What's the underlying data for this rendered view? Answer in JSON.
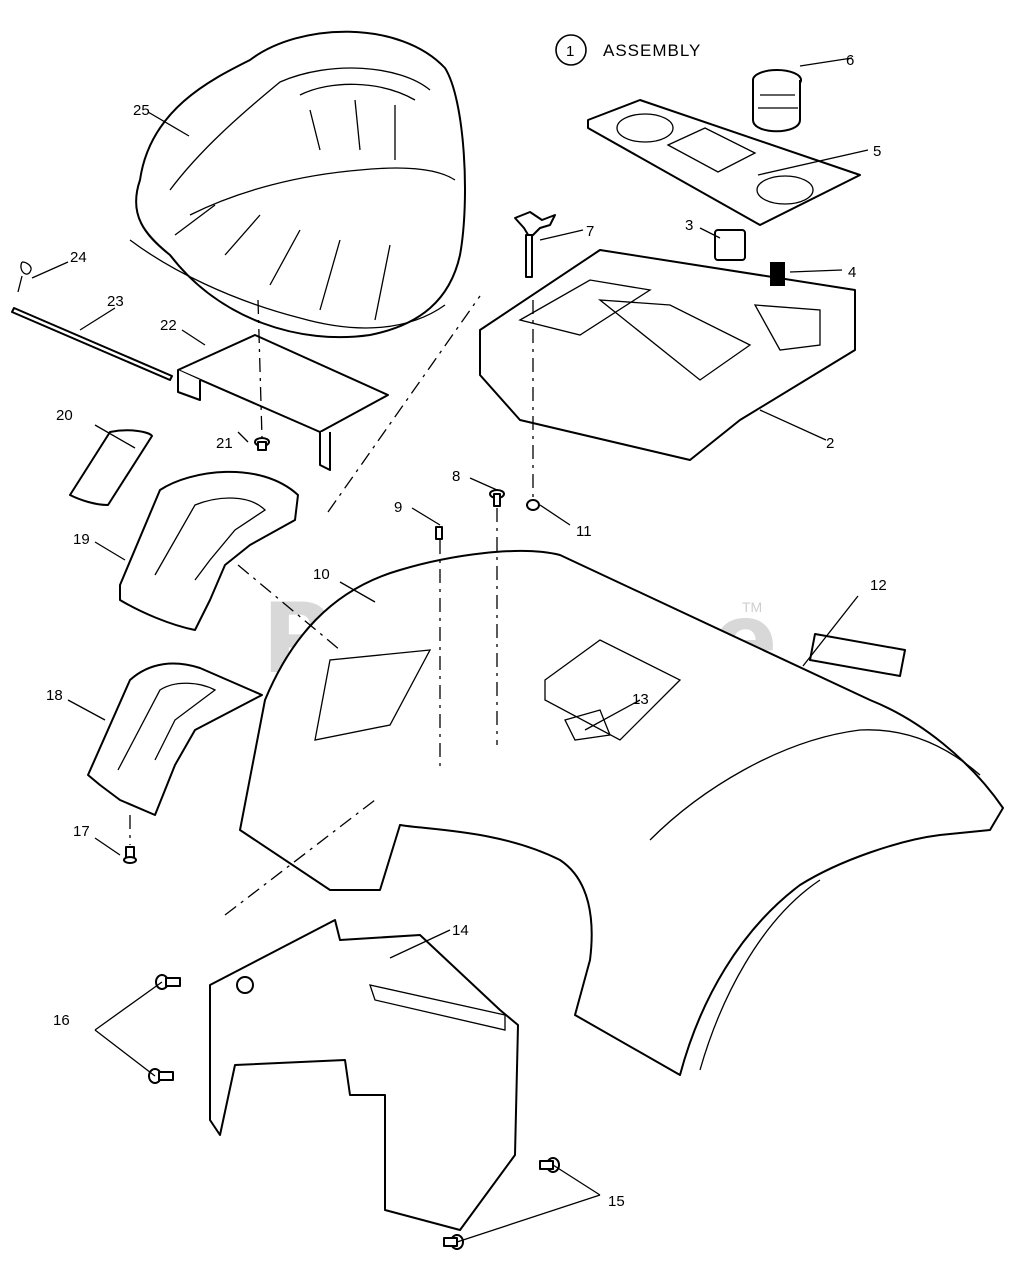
{
  "assembly_ref": {
    "number": "1",
    "label": "ASSEMBLY"
  },
  "watermark": {
    "text": "PartsTree",
    "mark": "TM"
  },
  "callouts": {
    "c2": "2",
    "c3": "3",
    "c4": "4",
    "c5": "5",
    "c6": "6",
    "c7": "7",
    "c8": "8",
    "c9": "9",
    "c10": "10",
    "c11": "11",
    "c12": "12",
    "c13": "13",
    "c14": "14",
    "c15": "15",
    "c16": "16",
    "c17": "17",
    "c18": "18",
    "c19": "19",
    "c20": "20",
    "c21": "21",
    "c22": "22",
    "c23": "23",
    "c24": "24",
    "c25": "25"
  }
}
